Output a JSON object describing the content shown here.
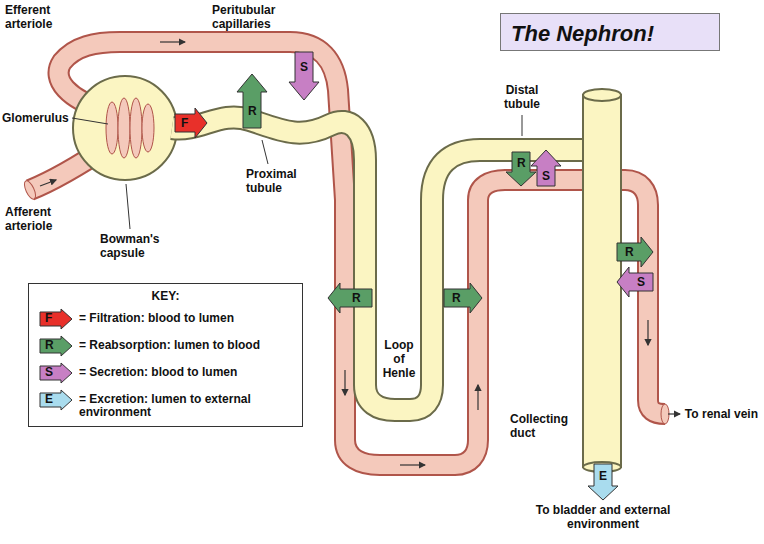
{
  "diagram": {
    "title": "The Nephron!",
    "nodes": [
      {
        "text": [
          "KEY:"
        ]
      }
    ],
    "labels": [
      "Efferent arteriole",
      "Peritubular capillaries",
      "Glomerulus",
      "Afferent arteriole",
      "Bowman's capsule",
      "Proximal tubule",
      "Distal tubule",
      "Loop of Henle",
      "Collecting duct",
      "To renal vein",
      "To bladder and external environment",
      "F",
      "R",
      "S",
      "R",
      "R",
      "R",
      "S",
      "R",
      "S",
      "E",
      "F",
      "R",
      "S",
      "E"
    ],
    "legend": [
      {
        "text": "= Filtration: blood to lumen",
        "color": "#e8302a"
      },
      {
        "text": "= Reabsorption: lumen to blood",
        "color": "#5a9e66"
      },
      {
        "text": "= Secretion: blood to lumen",
        "color": "#c77fc4"
      },
      {
        "text": "= Excretion: lumen to external environment",
        "color": "#a9dcee"
      }
    ]
  }
}
